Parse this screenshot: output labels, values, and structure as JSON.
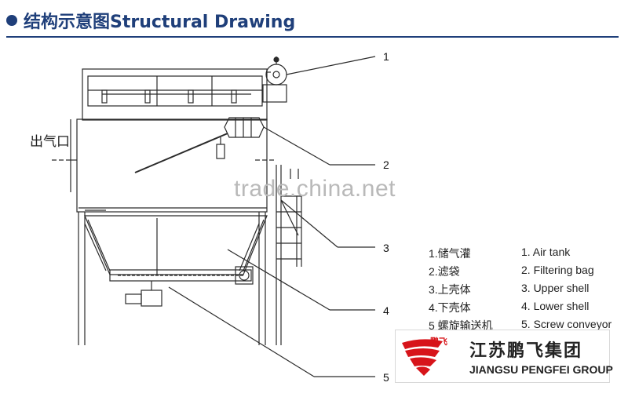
{
  "header": {
    "title": "结构示意图Structural Drawing"
  },
  "drawing": {
    "side_label": "出气口",
    "watermark": "trade.china.net",
    "callouts": [
      "1",
      "2",
      "3",
      "4",
      "5"
    ]
  },
  "legend": {
    "items": [
      {
        "cn": "1.储气灌",
        "en": "1. Air tank"
      },
      {
        "cn": "2.滤袋",
        "en": "2. Filtering bag"
      },
      {
        "cn": "3.上壳体",
        "en": "3. Upper shell"
      },
      {
        "cn": "4.下壳体",
        "en": "4. Lower shell"
      },
      {
        "cn": "5 螺旋输送机",
        "en": "5. Screw conveyor"
      }
    ]
  },
  "logo": {
    "name_cn": "江苏鹏飞集团",
    "name_en": "JIANGSU PENGFEI GROUP",
    "mark_text": "鹏飞",
    "colors": {
      "red": "#d7141a",
      "dark": "#222222"
    }
  },
  "colors": {
    "title_blue": "#1f3f7a",
    "line": "#2a2a2a"
  }
}
